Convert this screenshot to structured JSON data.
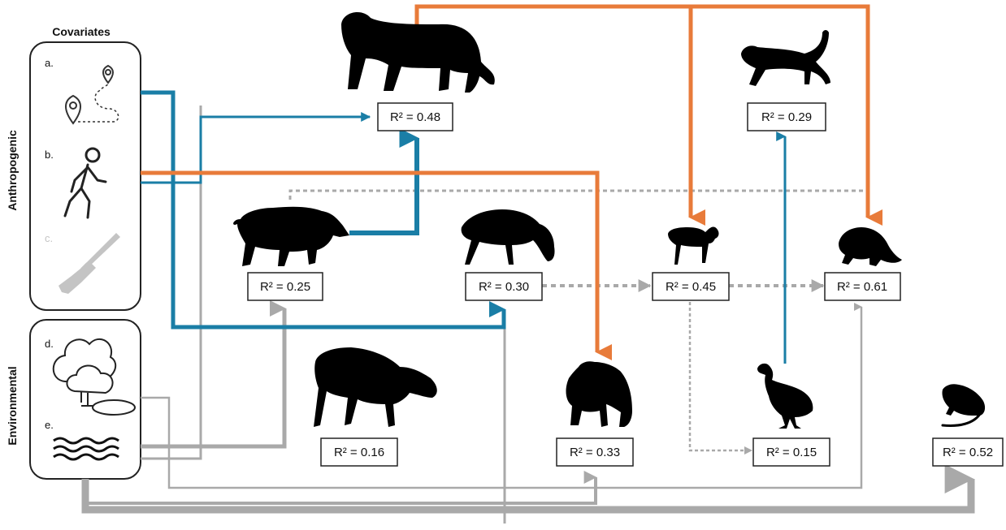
{
  "covariates": {
    "title": "Covariates",
    "anthropogenic_label": "Anthropogenic",
    "environmental_label": "Environmental",
    "items": [
      {
        "letter": "a.",
        "icon": "route-pins-icon"
      },
      {
        "letter": "b.",
        "icon": "hiker-icon"
      },
      {
        "letter": "c.",
        "icon": "rifle-icon"
      },
      {
        "letter": "d.",
        "icon": "trees-icon"
      },
      {
        "letter": "e.",
        "icon": "water-waves-icon"
      }
    ]
  },
  "nodes": [
    {
      "id": "leopard",
      "animal": "leopard-icon",
      "r2": "R² = 0.48"
    },
    {
      "id": "golden-cat",
      "animal": "golden-cat-icon",
      "r2": "R² = 0.29"
    },
    {
      "id": "pig",
      "animal": "red-river-hog-icon",
      "r2": "R² = 0.25"
    },
    {
      "id": "bushbuck",
      "animal": "bushbuck-icon",
      "r2": "R² = 0.30"
    },
    {
      "id": "duiker",
      "animal": "blue-duiker-icon",
      "r2": "R² = 0.45"
    },
    {
      "id": "pangolin",
      "animal": "pangolin-icon",
      "r2": "R² = 0.61"
    },
    {
      "id": "yellow-backed-duiker",
      "animal": "yellow-backed-duiker-icon",
      "r2": "R² = 0.16"
    },
    {
      "id": "chimpanzee",
      "animal": "chimpanzee-icon",
      "r2": "R² = 0.33"
    },
    {
      "id": "guineafowl",
      "animal": "guineafowl-icon",
      "r2": "R² = 0.15"
    },
    {
      "id": "rat",
      "animal": "rat-icon",
      "r2": "R² = 0.52"
    }
  ],
  "colors": {
    "predator_effect": "#E87B3A",
    "anthropogenic_effect": "#1A7EA6",
    "environmental_effect": "#A9A9A9",
    "dotted_effect": "#A9A9A9",
    "disabled_covariate": "#C4C4C4"
  }
}
